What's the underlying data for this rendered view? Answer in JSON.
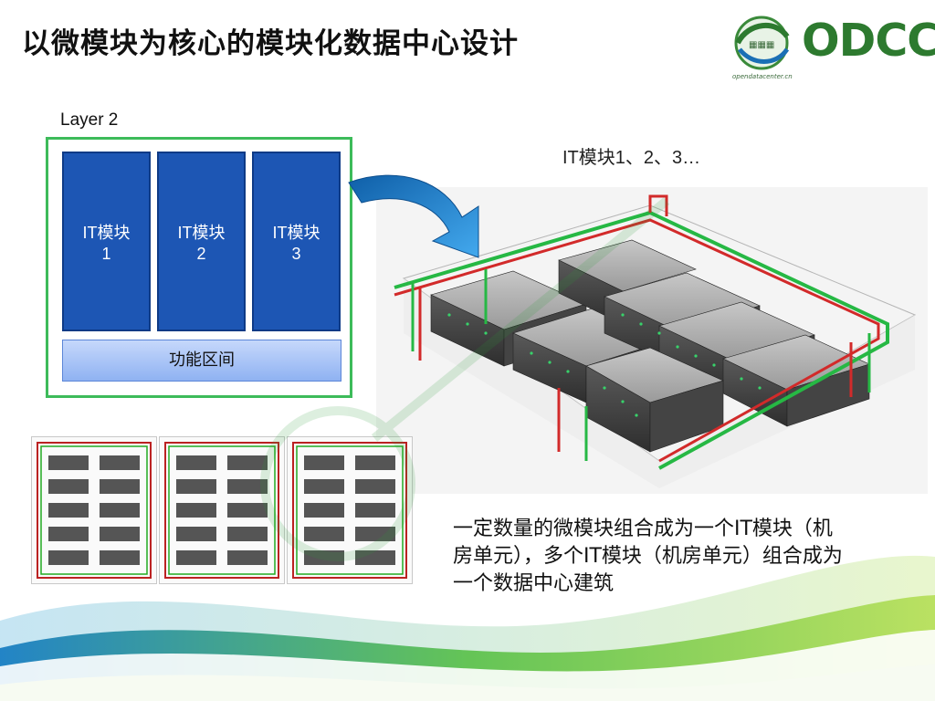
{
  "title": "以微模块为核心的模块化数据中心设计",
  "logo": {
    "text": "ODCC",
    "url": "opendatacenter.cn"
  },
  "layer": {
    "label": "Layer 2",
    "modules": [
      {
        "line1": "IT模块",
        "line2": "1"
      },
      {
        "line1": "IT模块",
        "line2": "2"
      },
      {
        "line1": "IT模块",
        "line2": "3"
      }
    ],
    "function_zone": "功能区间"
  },
  "it_modules_label": "IT模块1、2、3…",
  "caption": "一定数量的微模块组合成为一个IT模块（机房单元），多个IT模块（机房单元）组合成为一个数据中心建筑",
  "colors": {
    "module_blue": "#1d56b4",
    "frame_green": "#3dbb5a",
    "logo_green": "#2d7a2f",
    "arrow_blue": "#1e8ad8"
  }
}
